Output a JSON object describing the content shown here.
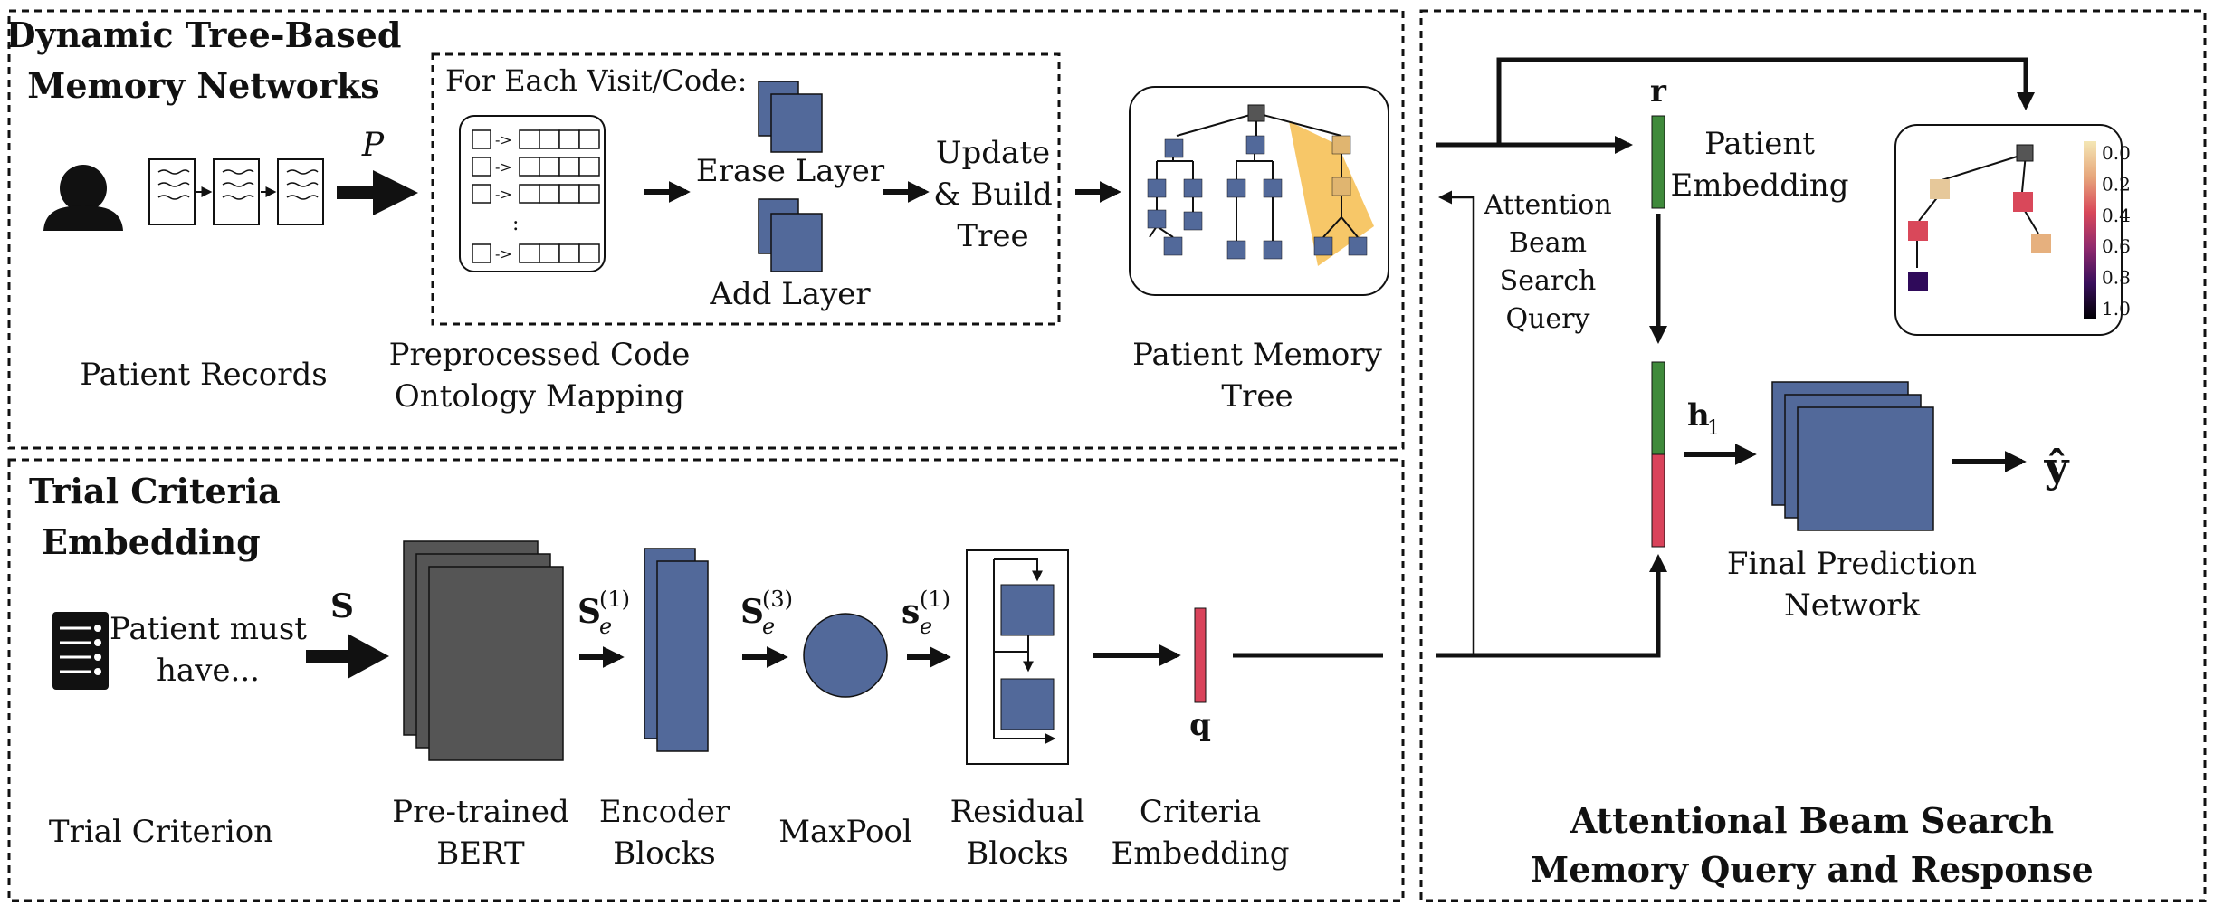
{
  "panel_memory": {
    "title_line1": "Dynamic Tree-Based",
    "title_line2": "Memory Networks",
    "patient_records_label": "Patient Records",
    "p_symbol": "P",
    "loop_header": "For Each Visit/Code:",
    "map_arrow": "->",
    "map_ellipsis": ":",
    "erase_layer": "Erase Layer",
    "add_layer": "Add Layer",
    "update_line1": "Update",
    "update_line2": "& Build",
    "update_line3": "Tree",
    "preprocessed_line1": "Preprocessed Code",
    "preprocessed_line2": "Ontology Mapping",
    "memory_tree_line1": "Patient Memory",
    "memory_tree_line2": "Tree"
  },
  "panel_criteria": {
    "title_line1": "Trial Criteria",
    "title_line2": "Embedding",
    "criterion_text_line1": "Patient must",
    "criterion_text_line2": "have...",
    "trial_criterion_label": "Trial Criterion",
    "s_symbol": "S",
    "se1_base": "S",
    "se1_sub": "e",
    "se1_sup": "(1)",
    "se3_base": "S",
    "se3_sub": "e",
    "se3_sup": "(3)",
    "sv1_base": "s",
    "sv1_sub": "e",
    "sv1_sup": "(1)",
    "bert_line1": "Pre-trained",
    "bert_line2": "BERT",
    "encoder_line1": "Encoder",
    "encoder_line2": "Blocks",
    "maxpool": "MaxPool",
    "residual_line1": "Residual",
    "residual_line2": "Blocks",
    "criteria_emb_line1": "Criteria",
    "criteria_emb_line2": "Embedding",
    "q_symbol": "q"
  },
  "panel_attention": {
    "r_symbol": "r",
    "patient_emb_line1": "Patient",
    "patient_emb_line2": "Embedding",
    "query_line1": "Attention",
    "query_line2": "Beam",
    "query_line3": "Search",
    "query_line4": "Query",
    "h_base": "h",
    "h_sub": "1",
    "y_hat": "ŷ",
    "final_line1": "Final Prediction",
    "final_line2": "Network",
    "title_line1": "Attentional Beam Search",
    "title_line2": "Memory Query and Response",
    "colorbar_ticks": [
      "0.0",
      "0.2",
      "0.4",
      "0.6",
      "0.8",
      "1.0"
    ]
  },
  "colors": {
    "block_blue": "#52699a",
    "bert_gray": "#555555",
    "embed_green": "#3f8a3b",
    "embed_red": "#d9435b",
    "beam_yellow": "#f5b942"
  }
}
